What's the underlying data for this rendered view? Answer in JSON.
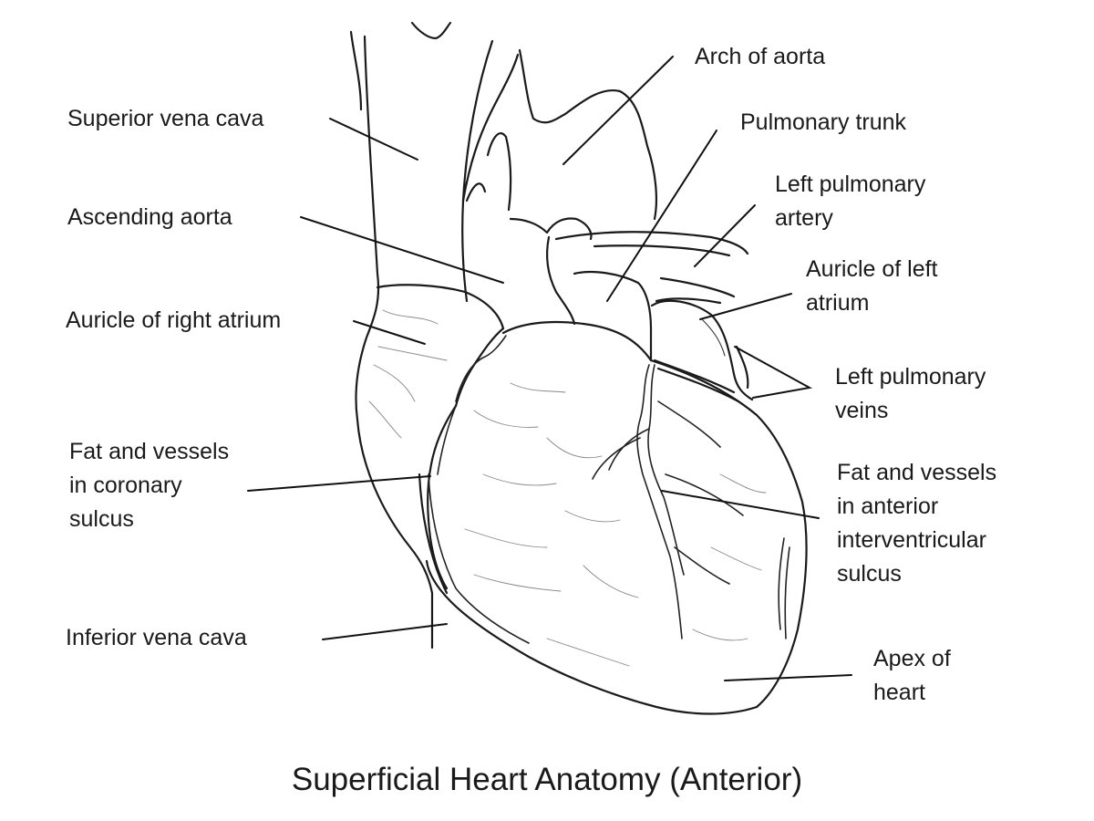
{
  "diagram": {
    "caption": "Superficial Heart Anatomy (Anterior)",
    "labels": {
      "arch_of_aorta": [
        "Arch of aorta"
      ],
      "superior_vena_cava": [
        "Superior vena cava"
      ],
      "pulmonary_trunk": [
        "Pulmonary trunk"
      ],
      "left_pulmonary_artery": [
        "Left pulmonary",
        "artery"
      ],
      "ascending_aorta": [
        "Ascending aorta"
      ],
      "auricle_left_atrium": [
        "Auricle of left",
        "atrium"
      ],
      "auricle_right_atrium": [
        "Auricle of right atrium"
      ],
      "left_pulmonary_veins": [
        "Left pulmonary",
        "veins"
      ],
      "fat_coronary_sulcus": [
        "Fat and vessels",
        "in coronary",
        "sulcus"
      ],
      "fat_interventricular_sulcus": [
        "Fat and vessels",
        "in anterior",
        "interventricular",
        "sulcus"
      ],
      "inferior_vena_cava": [
        "Inferior vena cava"
      ],
      "apex_of_heart": [
        "Apex of",
        "heart"
      ]
    }
  }
}
